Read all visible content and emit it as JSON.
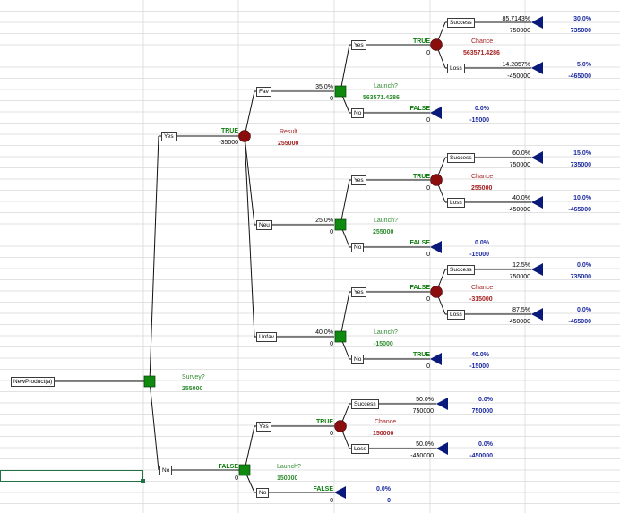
{
  "colors": {
    "decision": "#0f8a0f",
    "chance": "#8b0e0e",
    "terminal": "#0a1a7a",
    "true_text": "#0a7a0a",
    "false_text": "#0a7a0a",
    "value_green": "#2e8b2e",
    "value_red": "#a52020",
    "payoff_blue": "#1a2aa0",
    "gridline": "#d9d9d9",
    "selection": "#217346"
  },
  "root": {
    "label": "NewProduct(a)"
  },
  "survey": {
    "name": "Survey?",
    "value": "255000"
  },
  "yes_survey": {
    "label": "Yes",
    "flag": "TRUE",
    "cost": "-35000",
    "node_name": "Result",
    "node_value": "255000",
    "fav": {
      "label": "Fav",
      "prob": "35.0%",
      "cost": "0",
      "node_name": "Launch?",
      "node_value": "563571.4286",
      "yes": {
        "label": "Yes",
        "flag": "TRUE",
        "cost": "0",
        "node_name": "Chance",
        "node_value": "563571.4286",
        "success": {
          "label": "Success",
          "prob": "85.7143%",
          "value": "750000",
          "payoff_prob": "30.0%",
          "payoff": "735000"
        },
        "loss": {
          "label": "Loss",
          "prob": "14.2857%",
          "value": "-450000",
          "payoff_prob": "5.0%",
          "payoff": "-465000"
        }
      },
      "no": {
        "label": "No",
        "flag": "FALSE",
        "cost": "0",
        "payoff_prob": "0.0%",
        "payoff": "-15000"
      }
    },
    "neu": {
      "label": "Neu",
      "prob": "25.0%",
      "cost": "0",
      "node_name": "Launch?",
      "node_value": "255000",
      "yes": {
        "label": "Yes",
        "flag": "TRUE",
        "cost": "0",
        "node_name": "Chance",
        "node_value": "255000",
        "success": {
          "label": "Success",
          "prob": "60.0%",
          "value": "750000",
          "payoff_prob": "15.0%",
          "payoff": "735000"
        },
        "loss": {
          "label": "Loss",
          "prob": "40.0%",
          "value": "-450000",
          "payoff_prob": "10.0%",
          "payoff": "-465000"
        }
      },
      "no": {
        "label": "No",
        "flag": "FALSE",
        "cost": "0",
        "payoff_prob": "0.0%",
        "payoff": "-15000"
      }
    },
    "unfav": {
      "label": "Unfav",
      "prob": "40.0%",
      "cost": "0",
      "node_name": "Launch?",
      "node_value": "-15000",
      "yes": {
        "label": "Yes",
        "flag": "FALSE",
        "cost": "0",
        "node_name": "Chance",
        "node_value": "-315000",
        "success": {
          "label": "Success",
          "prob": "12.5%",
          "value": "750000",
          "payoff_prob": "0.0%",
          "payoff": "735000"
        },
        "loss": {
          "label": "Loss",
          "prob": "87.5%",
          "value": "-450000",
          "payoff_prob": "0.0%",
          "payoff": "-465000"
        }
      },
      "no": {
        "label": "No",
        "flag": "TRUE",
        "cost": "0",
        "payoff_prob": "40.0%",
        "payoff": "-15000"
      }
    }
  },
  "no_survey": {
    "label": "No",
    "flag": "FALSE",
    "cost": "0",
    "node_name": "Launch?",
    "node_value": "150000",
    "yes": {
      "label": "Yes",
      "flag": "TRUE",
      "cost": "0",
      "node_name": "Chance",
      "node_value": "150000",
      "success": {
        "label": "Success",
        "prob": "50.0%",
        "value": "750000",
        "payoff_prob": "0.0%",
        "payoff": "750000"
      },
      "loss": {
        "label": "Loss",
        "prob": "50.0%",
        "value": "-450000",
        "payoff_prob": "0.0%",
        "payoff": "-450000"
      }
    },
    "no": {
      "label": "No",
      "flag": "FALSE",
      "cost": "0",
      "payoff_prob": "0.0%",
      "payoff": "0"
    }
  }
}
